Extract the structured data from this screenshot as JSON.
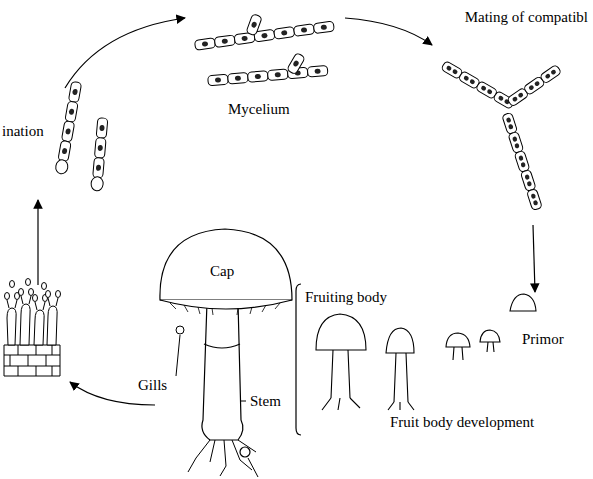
{
  "diagram": {
    "labels": [
      "Mating of compatibl",
      "ination",
      "Mycelium",
      "Cap",
      "Fruiting body",
      "Primor",
      "Gills",
      "Stem",
      "Fruit body development"
    ]
  }
}
